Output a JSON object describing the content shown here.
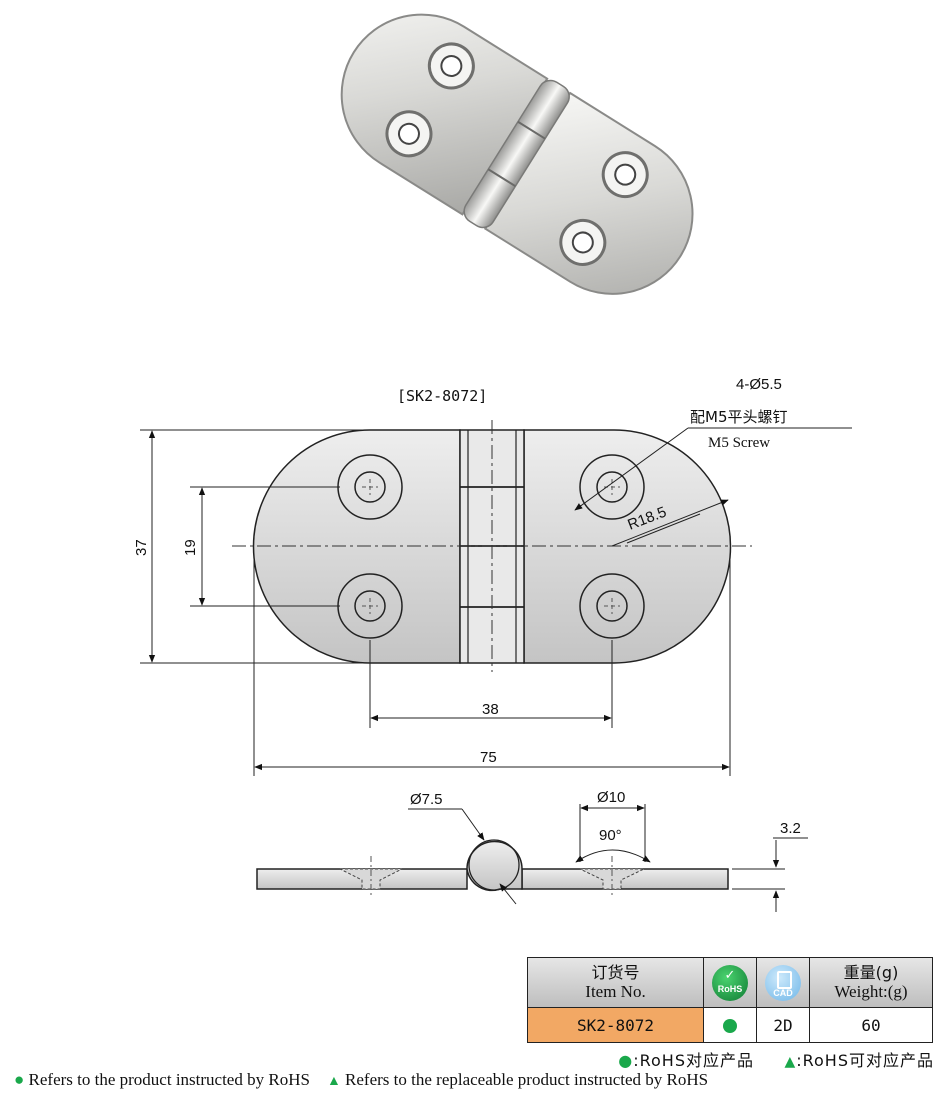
{
  "drawing": {
    "model_label": "[SK2-8072]",
    "hole_callout": "4-Ø5.5",
    "screw_cn": "配M5平头螺钉",
    "screw_en": "M5 Screw",
    "radius": "R18.5",
    "dim_height": "37",
    "dim_hole_pitch_v": "19",
    "dim_hole_pitch_h": "38",
    "dim_length": "75",
    "dim_knuckle": "Ø7.5",
    "dim_countersink": "Ø10",
    "dim_angle": "90°",
    "dim_thickness": "3.2"
  },
  "order_table": {
    "headers": {
      "item_cn": "订货号",
      "item_en": "Item No.",
      "rohs": "RoHS",
      "cad": "CAD",
      "weight_cn": "重量(g)",
      "weight_en": "Weight:(g)"
    },
    "row": {
      "item_no": "SK2-8072",
      "cad": "2D",
      "weight": "60"
    }
  },
  "legend": {
    "cn_rohs": ":RoHS对应产品",
    "cn_replaceable": ":RoHS可对应产品",
    "en_rohs": "Refers to the product instructed by RoHS",
    "en_replaceable": "Refers to the replaceable product instructed by RoHS"
  },
  "colors": {
    "rohs_green": "#1aa84b",
    "item_orange": "#f2a864"
  }
}
